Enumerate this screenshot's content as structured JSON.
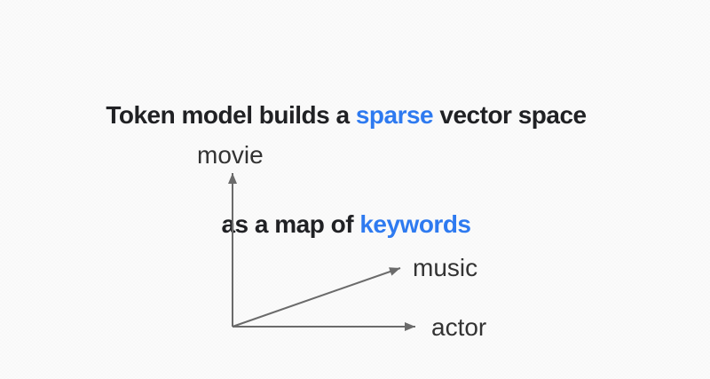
{
  "page": {
    "background_color": "#fbfbfb"
  },
  "title": {
    "line1_part1": "Token model builds a ",
    "line1_highlight": "sparse",
    "line1_part2": " vector space",
    "line2_part1": "as a map of ",
    "line2_highlight": "keywords",
    "text_color": "#202124",
    "highlight_color": "#2e7af0"
  },
  "diagram": {
    "y_axis_label": "movie",
    "vector_label": "music",
    "x_axis_label": "actor",
    "arrow_color": "#6b6b6b",
    "label_color": "#333333"
  }
}
